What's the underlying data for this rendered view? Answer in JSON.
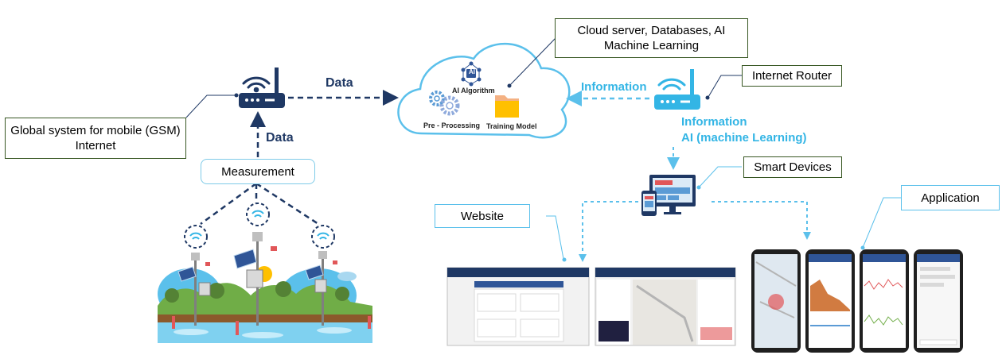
{
  "callouts": {
    "gsm": "Global system for mobile (GSM) Internet",
    "cloud": "Cloud server, Databases, AI Machine Learning",
    "router": "Internet Router",
    "smart_devices": "Smart Devices",
    "website": "Website",
    "application": "Application"
  },
  "labels": {
    "data_horizontal": "Data",
    "data_vertical": "Data",
    "information_left": "Information",
    "information_below": "Information",
    "ai_ml": "AI (machine Learning)",
    "measurement": "Measurement"
  },
  "cloud": {
    "ai_badge": "AI",
    "ai_algorithm": "AI Algorithm",
    "pre_processing": "Pre - Processing",
    "training_model": "Training Model"
  },
  "colors": {
    "navy": "#1f3864",
    "cyan": "#33b5e5",
    "callout_border": "#385723"
  },
  "icons": [
    "router-icon",
    "wifi-icon",
    "cloud-icon",
    "gear-icon",
    "folder-icon",
    "solar-panel-icon",
    "monitor-icon",
    "phone-icon"
  ]
}
